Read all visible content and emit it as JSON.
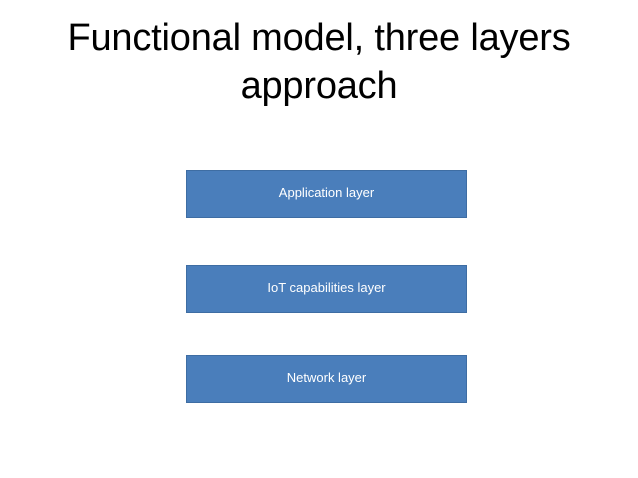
{
  "slide": {
    "title": "Functional model, three layers\napproach",
    "background_color": "#ffffff",
    "title_color": "#000000"
  },
  "diagram": {
    "type": "stacked-layers",
    "box_fill_color": "#4A7EBB",
    "box_border_color": "#3E6DA3",
    "box_text_color": "#ffffff",
    "layers": [
      {
        "label": "Application layer"
      },
      {
        "label": "IoT capabilities layer"
      },
      {
        "label": "Network layer"
      }
    ]
  }
}
